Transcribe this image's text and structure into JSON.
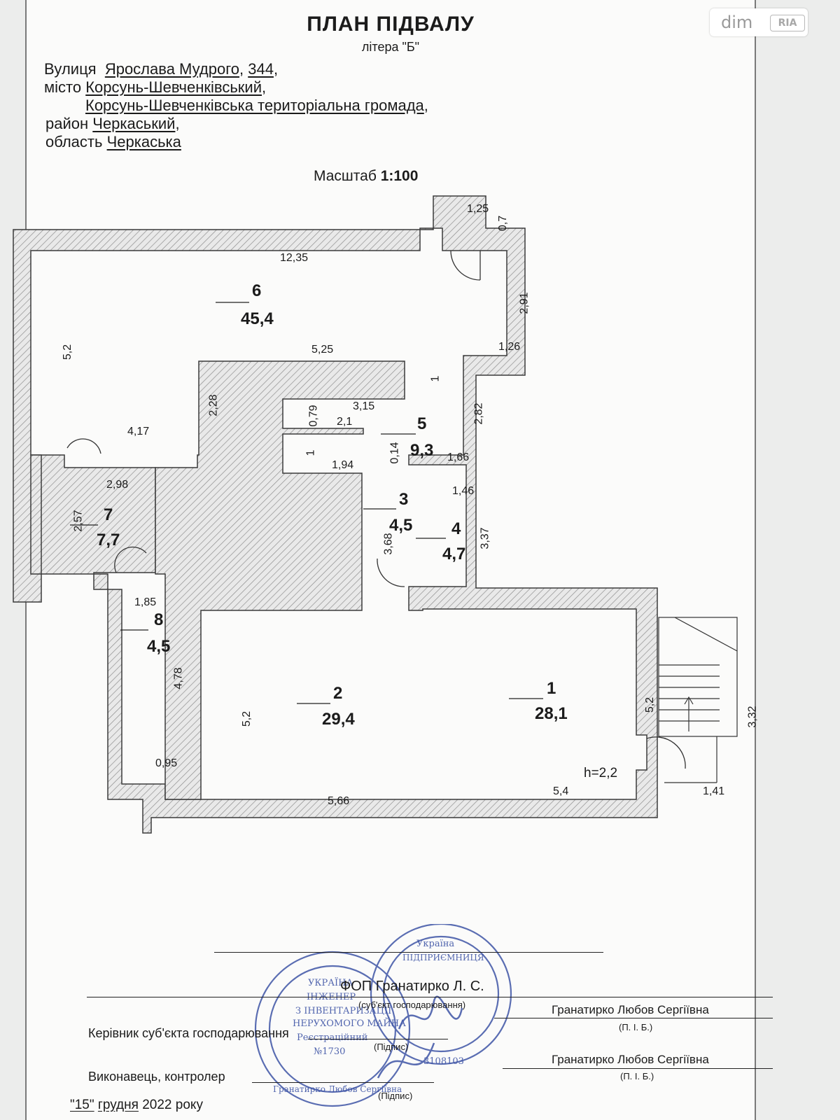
{
  "header": {
    "title": "ПЛАН ПІДВАЛУ",
    "subtitle": "літера \"Б\""
  },
  "address": {
    "street_label": "Вулиця",
    "street_value": "Ярослава Мудрого",
    "house": "344",
    "city_label": "місто",
    "city_value": "Корсунь-Шевченківський",
    "community": "Корсунь-Шевченківська територіальна громада",
    "district_label": "район",
    "district_value": "Черкаський",
    "region_label": "область",
    "region_value": "Черкаська"
  },
  "scale": {
    "label": "Масштаб",
    "value": "1:100"
  },
  "rooms": [
    {
      "number": "1",
      "area": "28,1"
    },
    {
      "number": "2",
      "area": "29,4"
    },
    {
      "number": "3",
      "area": "4,5"
    },
    {
      "number": "4",
      "area": "4,7"
    },
    {
      "number": "5",
      "area": "9,3"
    },
    {
      "number": "6",
      "area": "45,4"
    },
    {
      "number": "7",
      "area": "7,7"
    },
    {
      "number": "8",
      "area": "4,5"
    }
  ],
  "dimensions": {
    "d_1_25": "1,25",
    "d_0_7": "0,7",
    "d_12_35": "12,35",
    "d_2_91": "2,91",
    "d_5_2_left": "5,2",
    "d_5_25": "5,25",
    "d_1_26": "1,26",
    "d_1_top": "1",
    "d_2_28": "2,28",
    "d_0_79": "0,79",
    "d_3_15": "3,15",
    "d_2_82": "2,82",
    "d_2_1": "2,1",
    "d_4_17": "4,17",
    "d_0_14": "0,14",
    "d_1_mid": "1",
    "d_1_94": "1,94",
    "d_1_66": "1,66",
    "d_2_98": "2,98",
    "d_1_46": "1,46",
    "d_2_57": "2,57",
    "d_3_68": "3,68",
    "d_3_37": "3,37",
    "d_1_85": "1,85",
    "d_4_78": "4,78",
    "d_5_2_r2": "5,2",
    "d_5_2_r1": "5,2",
    "d_3_32": "3,32",
    "d_0_95": "0,95",
    "d_5_66": "5,66",
    "d_5_4": "5,4",
    "d_1_41": "1,41",
    "height": "h=2,2"
  },
  "signature_block": {
    "entity_name": "ФОП Гранатирко Л. С.",
    "entity_caption": "(суб'єкт господарювання)",
    "manager_label": "Керівник  суб'єкта господарювання",
    "manager_name": "Гранатирко Любов Сергіївна",
    "pib_caption_1": "(П. І. Б.)",
    "sign_caption_1": "(Підпис)",
    "executor_label": "Виконавець, контролер",
    "executor_name": "Гранатирко Любов Сергіївна",
    "pib_caption_2": "(П. І. Б.)",
    "sign_caption_2": "(Підпис)",
    "date_day": "\"15\"",
    "date_month": "грудня",
    "date_year": "2022",
    "date_suffix": "року"
  },
  "stamp": {
    "line1": "УКРАЇНА",
    "line2": "ІНЖЕНЕР",
    "line3": "З ІНВЕНТАРИЗАЦІЇ",
    "line4": "НЕРУХОМОГО МАЙНА",
    "line5": "Реєстраційний",
    "line6": "№1730",
    "line7": "Гранатирко Любов Сергіївна",
    "stamp2_line1": "Україна",
    "stamp2_line2": "ПІДПРИЄМНИЦЯ",
    "stamp2_line3": "3108103"
  },
  "watermark": {
    "text1": "dim",
    "text2": "RIA"
  },
  "colors": {
    "wall_hatch": "#9b9b9b",
    "ink": "#1b1b1b",
    "stamp_blue": "#3f55a6"
  }
}
